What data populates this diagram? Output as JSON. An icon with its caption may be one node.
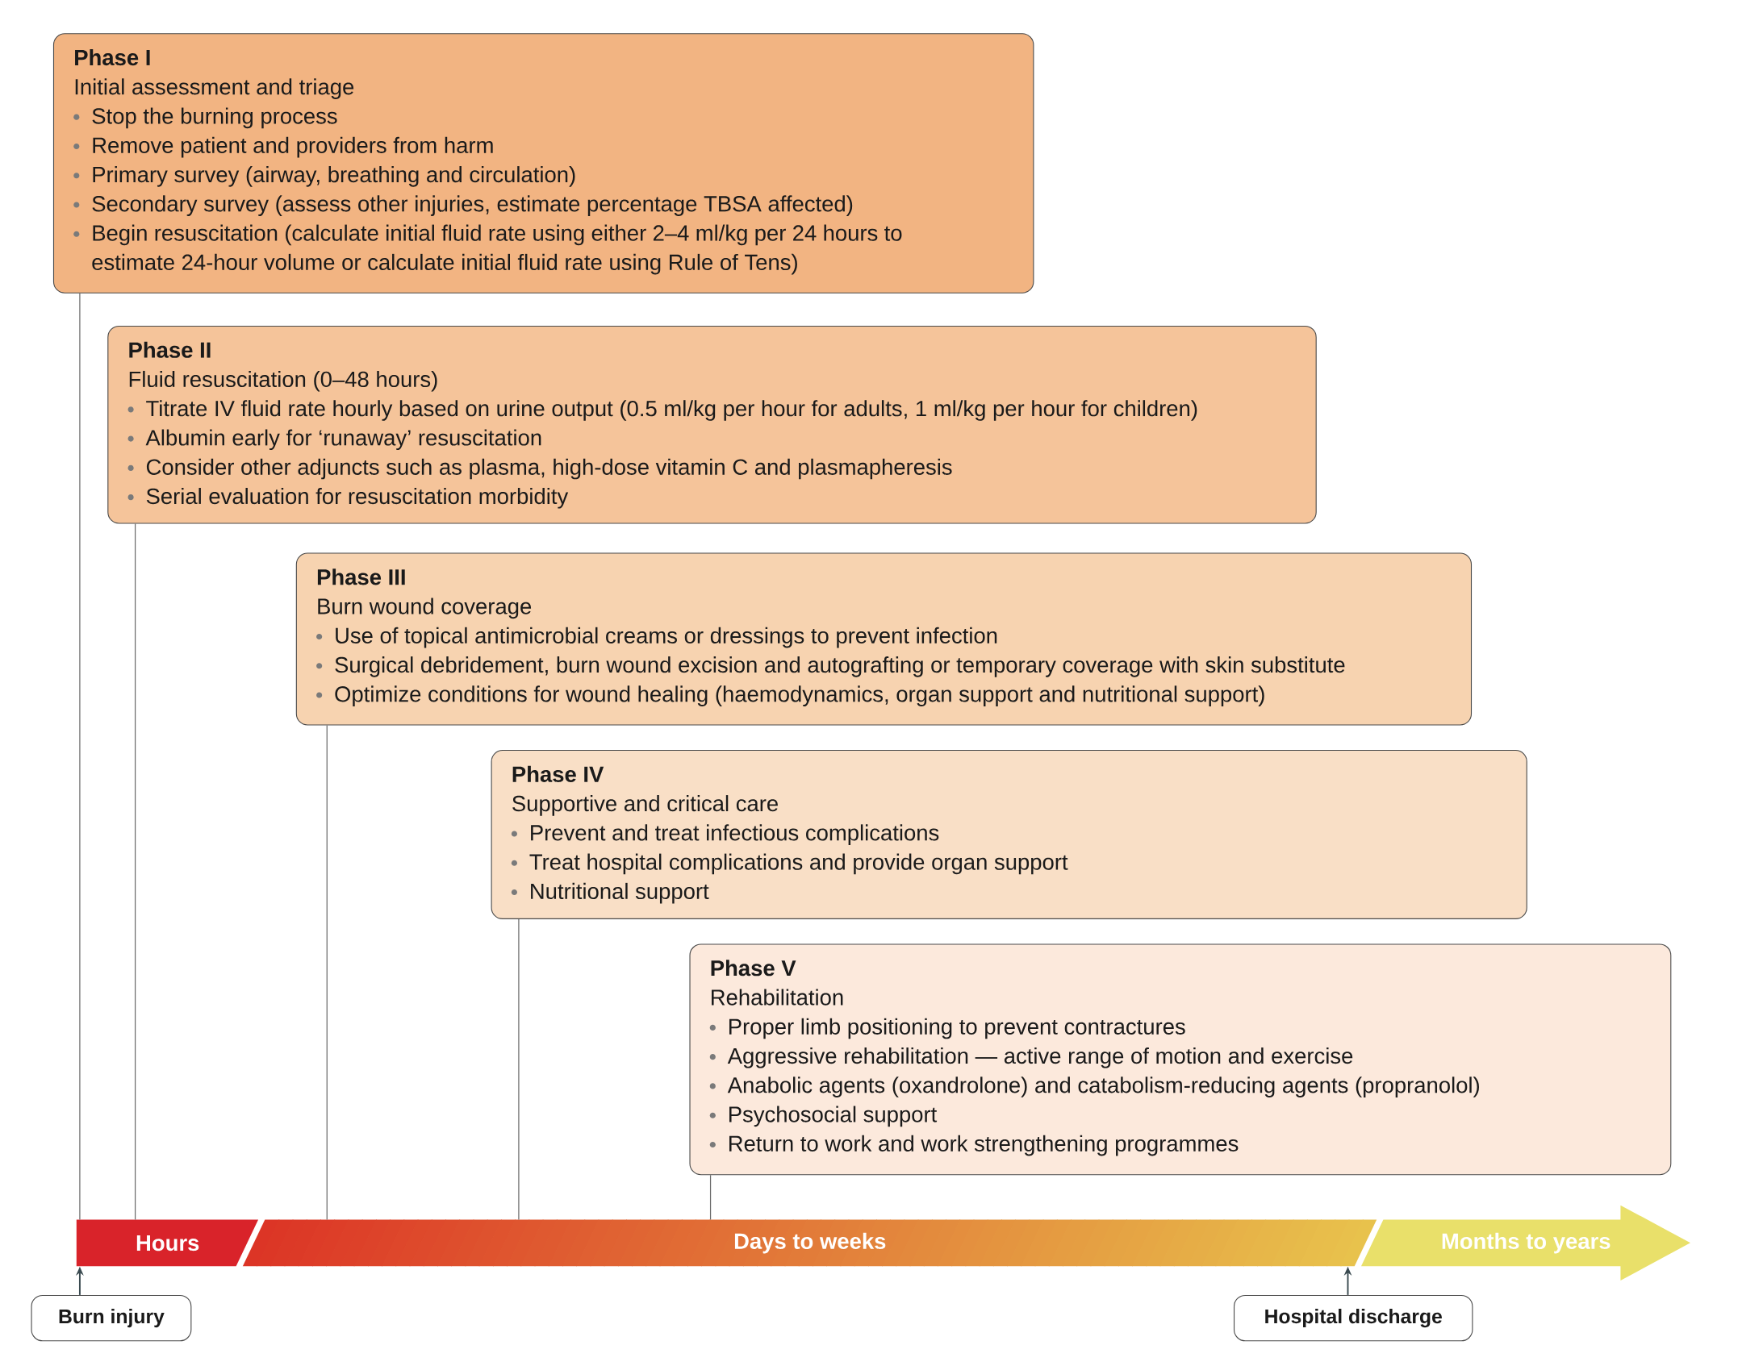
{
  "diagram": {
    "nodes": [
      {
        "text": [
          "Phase I",
          "Initial assessment and triage",
          "Stop the burning process",
          "Remove patient and providers from harm",
          "Primary survey (airway, breathing and circulation)",
          "Secondary survey (assess other injuries, estimate percentage TBSA affected)",
          "Begin resuscitation (calculate initial fluid rate using either 2–4 ml/kg per 24 hours to estimate 24-hour volume or calculate initial fluid rate using Rule of Tens)"
        ]
      },
      {
        "text": [
          "Phase II",
          "Fluid resuscitation (0–48 hours)",
          "Titrate IV fluid rate hourly based on urine output (0.5 ml/kg per hour for adults, 1 ml/kg per hour for children)",
          "Albumin early for ‘runaway’ resuscitation",
          "Consider other adjuncts such as plasma, high-dose vitamin C and plasmapheresis",
          "Serial evaluation for resuscitation morbidity"
        ]
      },
      {
        "text": [
          "Phase III",
          "Burn wound coverage",
          "Use of topical antimicrobial creams or dressings to prevent infection",
          "Surgical debridement, burn wound excision and autografting or temporary coverage with skin substitute",
          "Optimize conditions for wound healing (haemodynamics, organ support and nutritional support)"
        ]
      },
      {
        "text": [
          "Phase IV",
          "Supportive and critical care",
          "Prevent and treat infectious complications",
          "Treat hospital complications and provide organ support",
          "Nutritional support"
        ]
      },
      {
        "text": [
          "Phase V",
          "Rehabilitation",
          "Proper limb positioning to prevent contractures",
          "Aggressive rehabilitation — active range of motion and exercise",
          "Anabolic agents (oxandrolone) and catabolism-reducing agents (propranolol)",
          "Psychosocial support",
          "Return to work and work strengthening programmes"
        ]
      },
      {
        "text": [
          "Hours"
        ]
      },
      {
        "text": [
          "Days to weeks"
        ]
      },
      {
        "text": [
          "Months to years"
        ]
      },
      {
        "text": [
          "Burn injury"
        ]
      },
      {
        "text": [
          "Hospital discharge"
        ]
      }
    ],
    "edges": [
      {
        "from": 0,
        "to": 5,
        "arrow": "none"
      },
      {
        "from": 1,
        "to": 5,
        "arrow": "none"
      },
      {
        "from": 2,
        "to": 6,
        "arrow": "none"
      },
      {
        "from": 3,
        "to": 6,
        "arrow": "none"
      },
      {
        "from": 4,
        "to": 6,
        "arrow": "none"
      },
      {
        "from": 8,
        "to": 5,
        "arrow": "to"
      },
      {
        "from": 9,
        "to": 6,
        "arrow": "to"
      }
    ]
  }
}
